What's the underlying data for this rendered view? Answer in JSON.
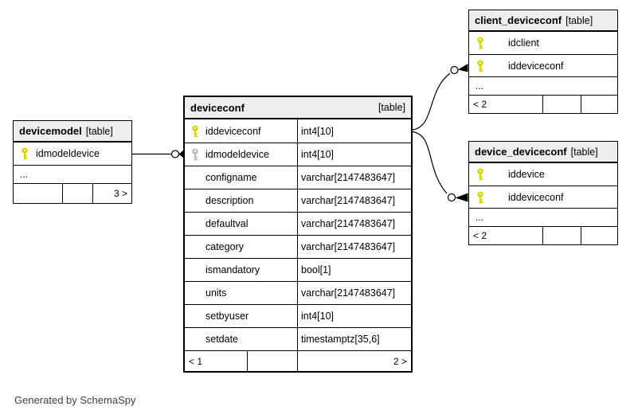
{
  "page": {
    "footer_note": "Generated by SchemaSpy"
  },
  "colors": {
    "primary_key": "#d6d600",
    "foreign_key": "#bdbdbd",
    "header_bg": "#eeeeee",
    "border": "#000000"
  },
  "tables": {
    "devicemodel": {
      "name": "devicemodel",
      "tag": "[table]",
      "columns": [
        {
          "name": "idmodeldevice",
          "key": "primary"
        }
      ],
      "ellipsis": "...",
      "footer": [
        "",
        "",
        "3 >"
      ]
    },
    "deviceconf": {
      "name": "deviceconf",
      "tag": "[table]",
      "columns": [
        {
          "name": "iddeviceconf",
          "type": "int4[10]",
          "key": "primary"
        },
        {
          "name": "idmodeldevice",
          "type": "int4[10]",
          "key": "foreign"
        },
        {
          "name": "configname",
          "type": "varchar[2147483647]",
          "key": ""
        },
        {
          "name": "description",
          "type": "varchar[2147483647]",
          "key": ""
        },
        {
          "name": "defaultval",
          "type": "varchar[2147483647]",
          "key": ""
        },
        {
          "name": "category",
          "type": "varchar[2147483647]",
          "key": ""
        },
        {
          "name": "ismandatory",
          "type": "bool[1]",
          "key": ""
        },
        {
          "name": "units",
          "type": "varchar[2147483647]",
          "key": ""
        },
        {
          "name": "setbyuser",
          "type": "int4[10]",
          "key": ""
        },
        {
          "name": "setdate",
          "type": "timestamptz[35,6]",
          "key": ""
        }
      ],
      "footer": [
        "< 1",
        "",
        "2 >"
      ]
    },
    "client_deviceconf": {
      "name": "client_deviceconf",
      "tag": "[table]",
      "columns": [
        {
          "name": "idclient",
          "key": "primary"
        },
        {
          "name": "iddeviceconf",
          "key": "primary"
        }
      ],
      "ellipsis": "...",
      "footer": [
        "< 2",
        "",
        ""
      ]
    },
    "device_deviceconf": {
      "name": "device_deviceconf",
      "tag": "[table]",
      "columns": [
        {
          "name": "iddevice",
          "key": "primary"
        },
        {
          "name": "iddeviceconf",
          "key": "primary"
        }
      ],
      "ellipsis": "...",
      "footer": [
        "< 2",
        "",
        ""
      ]
    }
  },
  "relationships": [
    {
      "a": "devicemodel.idmodeldevice",
      "b": "deviceconf.idmodeldevice"
    },
    {
      "a": "deviceconf.iddeviceconf",
      "b": "client_deviceconf.iddeviceconf"
    },
    {
      "a": "deviceconf.iddeviceconf",
      "b": "device_deviceconf.iddeviceconf"
    }
  ]
}
